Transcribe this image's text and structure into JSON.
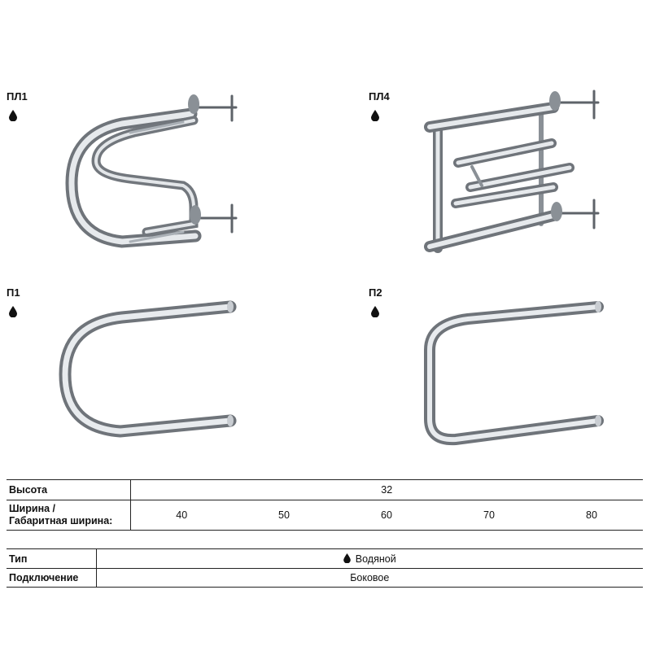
{
  "products": [
    {
      "id": "pl1",
      "label": "ПЛ1",
      "type_icon": "water-drop-icon"
    },
    {
      "id": "pl4",
      "label": "ПЛ4",
      "type_icon": "water-drop-icon"
    },
    {
      "id": "p1",
      "label": "П1",
      "type_icon": "water-drop-icon"
    },
    {
      "id": "p2",
      "label": "П2",
      "type_icon": "water-drop-icon"
    }
  ],
  "specs": {
    "height": {
      "label": "Высота",
      "value": "32"
    },
    "width": {
      "label_line1": "Ширина /",
      "label_line2": "Габаритная ширина:",
      "values": [
        "40",
        "50",
        "60",
        "70",
        "80"
      ]
    },
    "type": {
      "label": "Тип",
      "value": "Водяной",
      "icon": "water-drop-icon"
    },
    "connection": {
      "label": "Подключение",
      "value": "Боковое"
    }
  },
  "colors": {
    "steel_dark": "#6f747a",
    "steel_light": "#e9ecef",
    "line": "#222222"
  }
}
